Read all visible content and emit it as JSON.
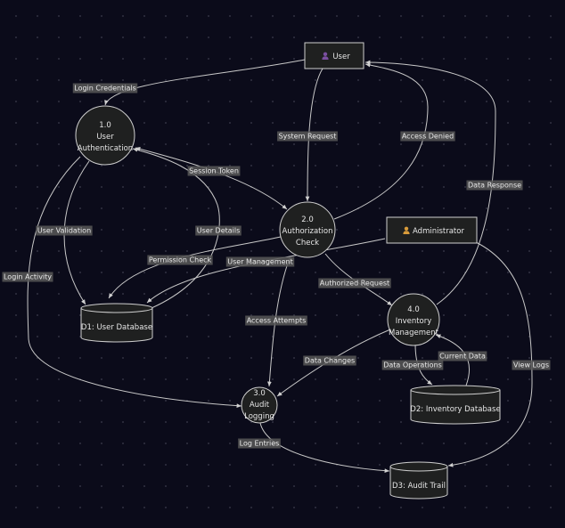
{
  "nodes": {
    "user": {
      "icon": "person-icon",
      "icon_color": "#7b4fa0",
      "label": "User"
    },
    "administrator": {
      "icon": "person-icon",
      "icon_color": "#d89b3a",
      "label": "Administrator"
    },
    "p1": {
      "number": "1.0",
      "lines": [
        "User",
        "Authentication"
      ]
    },
    "p2": {
      "number": "2.0",
      "lines": [
        "Authorization",
        "Check"
      ]
    },
    "p3": {
      "number": "3.0",
      "lines": [
        "Audit",
        "Logging"
      ]
    },
    "p4": {
      "number": "4.0",
      "lines": [
        "Inventory",
        "Management"
      ]
    },
    "d1": {
      "label": "D1: User Database"
    },
    "d2": {
      "label": "D2: Inventory Database"
    },
    "d3": {
      "label": "D3: Audit Trail"
    }
  },
  "edges": {
    "login_credentials": "Login Credentials",
    "system_request": "System Request",
    "access_denied": "Access Denied",
    "session_token": "Session Token",
    "data_response": "Data Response",
    "user_validation": "User Validation",
    "user_details": "User Details",
    "login_activity": "Login Activity",
    "permission_check": "Permission Check",
    "user_management": "User Management",
    "authorized_request": "Authorized Request",
    "access_attempts": "Access Attempts",
    "data_changes": "Data Changes",
    "data_operations": "Data Operations",
    "current_data": "Current Data",
    "view_logs": "View Logs",
    "log_entries": "Log Entries"
  }
}
